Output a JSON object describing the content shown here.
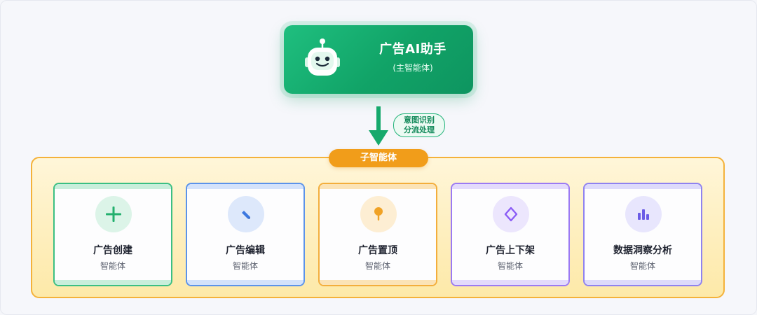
{
  "main_agent": {
    "title": "广告AI助手",
    "subtitle": "(主智能体)",
    "icon": "robot-icon"
  },
  "flow": {
    "note_line1": "意图识别",
    "note_line2": "分流处理"
  },
  "sub_agents": {
    "label": "子智能体",
    "items": [
      {
        "title": "广告创建",
        "subtitle": "智能体",
        "icon": "plus-icon",
        "color": "#27b06f"
      },
      {
        "title": "广告编辑",
        "subtitle": "智能体",
        "icon": "pencil-icon",
        "color": "#4a86e8"
      },
      {
        "title": "广告置顶",
        "subtitle": "智能体",
        "icon": "pin-icon",
        "color": "#f1a22b"
      },
      {
        "title": "广告上下架",
        "subtitle": "智能体",
        "icon": "toggle-diamond-icon",
        "color": "#8b5cf6"
      },
      {
        "title": "数据洞察分析",
        "subtitle": "智能体",
        "icon": "bar-chart-icon",
        "color": "#7c6cf0"
      }
    ]
  },
  "colors": {
    "main_green": "#11a367",
    "sub_border": "#f4b23a",
    "badge_orange": "#f19d1a"
  }
}
